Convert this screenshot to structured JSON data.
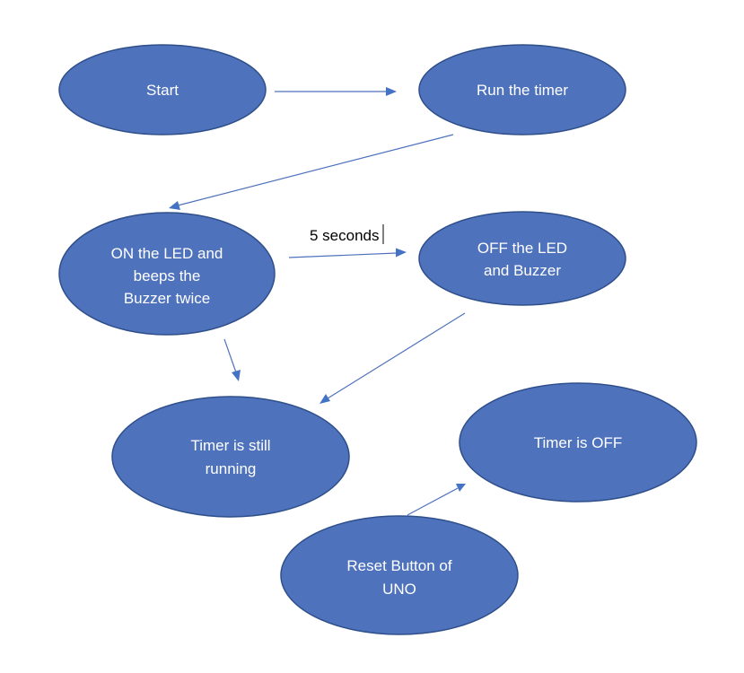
{
  "diagram": {
    "type": "flowchart",
    "colors": {
      "node_fill": "#4f72bd",
      "node_stroke": "#2f4f8a",
      "arrow": "#4472c4",
      "text": "#ffffff"
    },
    "nodes": [
      {
        "id": "start",
        "lines": [
          "Start"
        ]
      },
      {
        "id": "run-timer",
        "lines": [
          "Run the timer"
        ]
      },
      {
        "id": "on-led",
        "lines": [
          "ON the LED and",
          "beeps the",
          "Buzzer twice"
        ]
      },
      {
        "id": "off-led",
        "lines": [
          "OFF the LED",
          "and Buzzer"
        ]
      },
      {
        "id": "timer-running",
        "lines": [
          "Timer is still",
          "running"
        ]
      },
      {
        "id": "timer-off",
        "lines": [
          "Timer is OFF"
        ]
      },
      {
        "id": "reset",
        "lines": [
          "Reset Button of",
          "UNO"
        ]
      }
    ],
    "edges": [
      {
        "from": "start",
        "to": "run-timer",
        "label": ""
      },
      {
        "from": "run-timer",
        "to": "on-led",
        "label": ""
      },
      {
        "from": "on-led",
        "to": "off-led",
        "label": "5 seconds"
      },
      {
        "from": "on-led",
        "to": "timer-running",
        "label": ""
      },
      {
        "from": "off-led",
        "to": "timer-running",
        "label": ""
      },
      {
        "from": "reset",
        "to": "timer-off",
        "label": ""
      }
    ],
    "edge_label": "5 seconds"
  }
}
